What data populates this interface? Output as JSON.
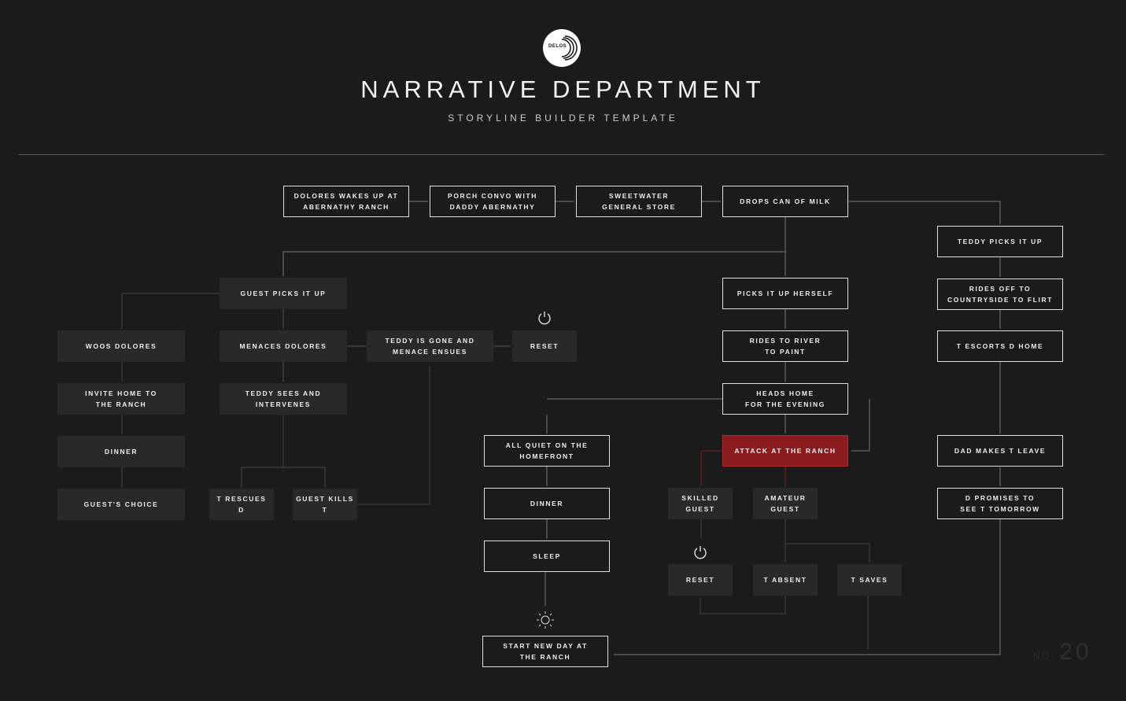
{
  "header": {
    "logo_text": "DELOS",
    "title": "NARRATIVE DEPARTMENT",
    "subtitle": "STORYLINE BUILDER TEMPLATE"
  },
  "page_number": {
    "prefix": "NO.",
    "number": "20"
  },
  "nodes": {
    "dolores_wakes": "DOLORES WAKES UP AT\nABERNATHY RANCH",
    "porch_convo": "PORCH CONVO WITH\nDADDY ABERNATHY",
    "sweetwater": "SWEETWATER\nGENERAL STORE",
    "drops_milk": "DROPS CAN OF MILK",
    "teddy_picks": "TEDDY PICKS IT UP",
    "rides_off": "RIDES OFF TO\nCOUNTRYSIDE TO FLIRT",
    "t_escorts": "T ESCORTS D HOME",
    "dad_makes": "DAD MAKES T LEAVE",
    "d_promises": "D PROMISES TO\nSEE T TOMORROW",
    "picks_herself": "PICKS IT UP HERSELF",
    "rides_river": "RIDES TO RIVER\nTO PAINT",
    "heads_home": "HEADS HOME\nFOR THE EVENING",
    "attack": "ATTACK AT THE RANCH",
    "skilled": "SKILLED\nGUEST",
    "amateur": "AMATEUR\nGUEST",
    "reset2": "RESET",
    "t_absent": "T ABSENT",
    "t_saves": "T SAVES",
    "all_quiet": "ALL QUIET ON THE\nHOMEFRONT",
    "dinner2": "DINNER",
    "sleep": "SLEEP",
    "start_new_day": "START NEW DAY AT\nTHE RANCH",
    "guest_picks": "GUEST PICKS IT UP",
    "woos": "WOOS DOLORES",
    "invite": "INVITE HOME TO\nTHE RANCH",
    "dinner1": "DINNER",
    "guests_choice": "GUEST'S CHOICE",
    "menaces": "MENACES DOLORES",
    "teddy_sees": "TEDDY SEES AND\nINTERVENES",
    "t_rescues": "T RESCUES\nD",
    "guest_kills": "GUEST KILLS\nT",
    "teddy_gone": "TEDDY IS GONE AND\nMENACE ENSUES",
    "reset1": "RESET"
  },
  "colors": {
    "background": "#1b1b1b",
    "highlight": "#8a1c20",
    "filled_box": "#292929"
  },
  "icons": [
    "power-icon",
    "power-icon",
    "sun-icon"
  ]
}
